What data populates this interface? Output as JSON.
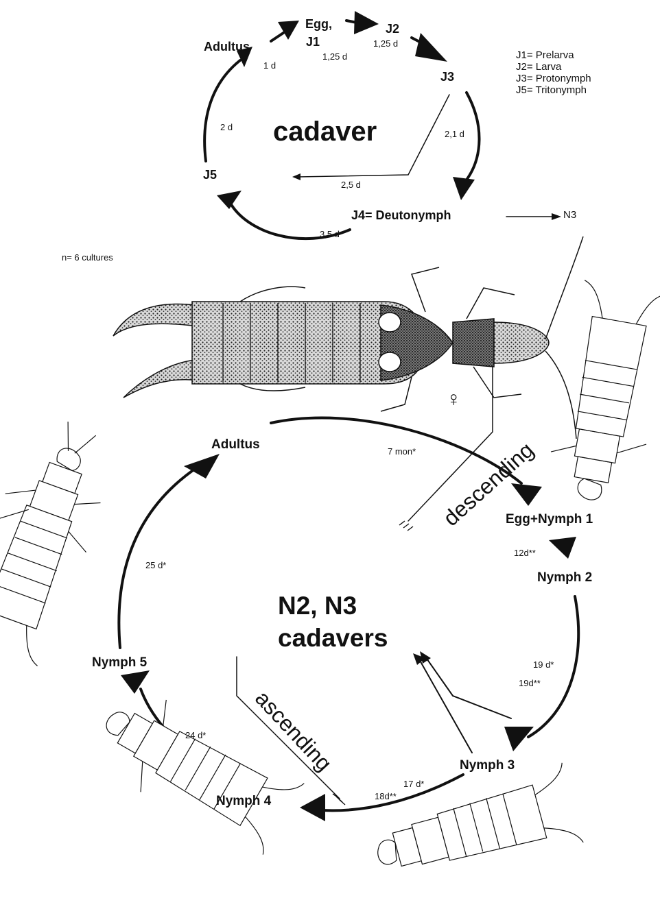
{
  "top_cycle": {
    "center_label": "cadaver",
    "stages": {
      "adultus": "Adultus",
      "egg_j1_line1": "Egg,",
      "egg_j1_line2": "J1",
      "j2": "J2",
      "j3": "J3",
      "j4": "J4= Deutonymph",
      "j5": "J5"
    },
    "durations": {
      "adult_to_egg": "1 d",
      "egg_to_j2": "1,25 d",
      "j2_to_j3": "1,25 d",
      "j3_to_j4": "2,1 d",
      "j3_to_j5": "2,5 d",
      "j4_to_j5": "3,5 d",
      "j5_to_adult": "2 d"
    },
    "branch_target": "N3"
  },
  "legend": [
    "J1= Prelarva",
    "J2= Larva",
    "J3= Protonymph",
    "J5= Tritonymph"
  ],
  "sample_note": "n= 6 cultures",
  "female_symbol": "♀",
  "bottom_cycle": {
    "center_label_line1": "N2, N3",
    "center_label_line2": "cadavers",
    "stages": {
      "adultus": "Adultus",
      "egg_nymph1": "Egg+Nymph 1",
      "nymph2": "Nymph 2",
      "nymph3": "Nymph 3",
      "nymph4": "Nymph 4",
      "nymph5": "Nymph 5"
    },
    "durations": {
      "adult_to_egg": "7 mon*",
      "egg_to_n2": "12d**",
      "n2_to_n3_a": "19 d*",
      "n2_to_n3_b": "19d**",
      "n3_to_n4_a": "17 d*",
      "n3_to_n4_b": "18d**",
      "n4_to_n5": "24 d*",
      "n5_to_adult": "25 d*"
    },
    "descending_label": "descending",
    "ascending_label": "ascending"
  }
}
